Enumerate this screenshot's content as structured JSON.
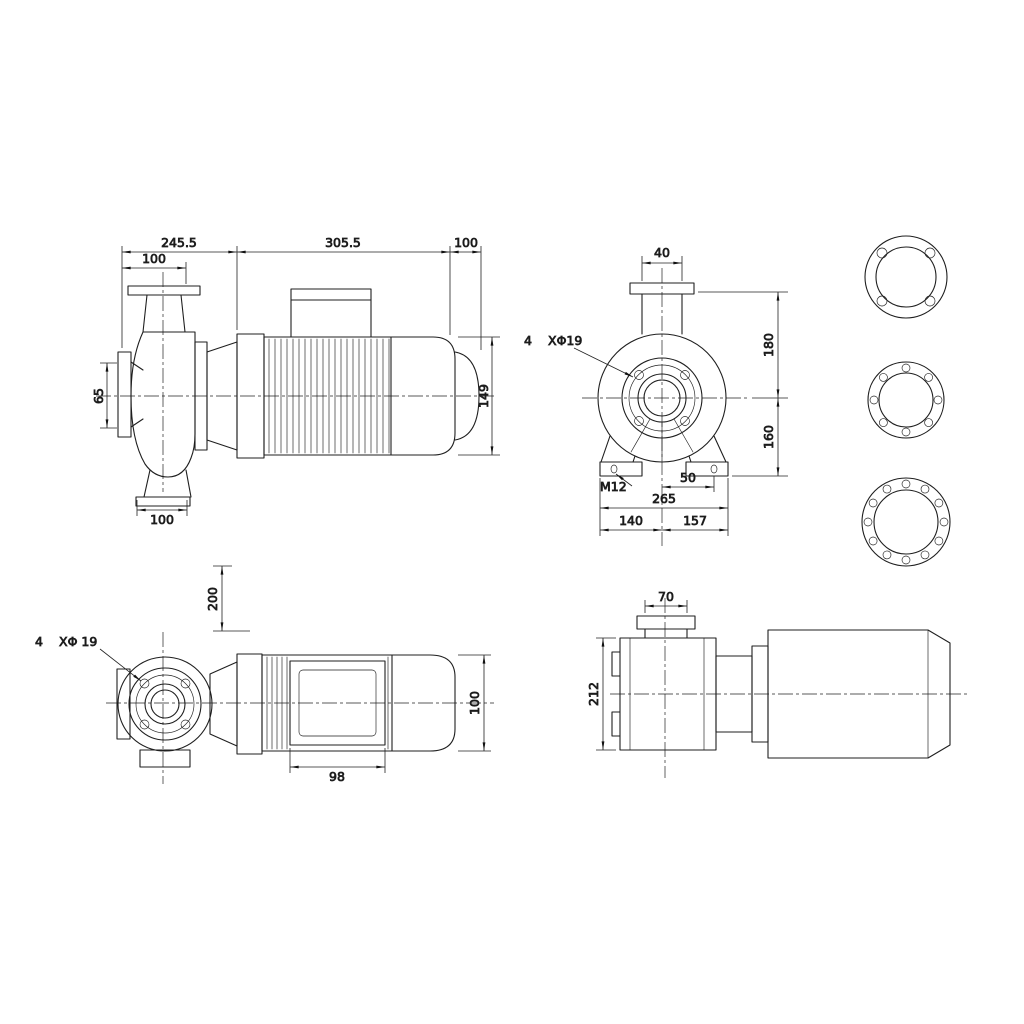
{
  "side_view": {
    "dim_total_pump": "245.5",
    "dim_motor_length": "305.5",
    "dim_rear_clearance": "100",
    "dim_flange_to_axis": "100",
    "dim_suction_bore": "65",
    "dim_motor_height": "149",
    "dim_foot_length": "100"
  },
  "end_view": {
    "dim_discharge_bore": "40",
    "bolt_qty": "4",
    "bolt_size": "XΦ19",
    "dim_above_centerline": "180",
    "dim_below_centerline": "160",
    "thread_label": "M12",
    "dim_bolt_offset": "50",
    "dim_foot_overall": "265",
    "dim_foot_left": "140",
    "dim_foot_right": "157"
  },
  "top_view": {
    "dim_vertical_offset": "200",
    "bolt_qty": "4",
    "bolt_size": "XΦ 19",
    "dim_terminal_box_width": "98",
    "dim_motor_width": "100"
  },
  "plan_view": {
    "dim_suction_bore": "70",
    "dim_overall_width": "212"
  }
}
